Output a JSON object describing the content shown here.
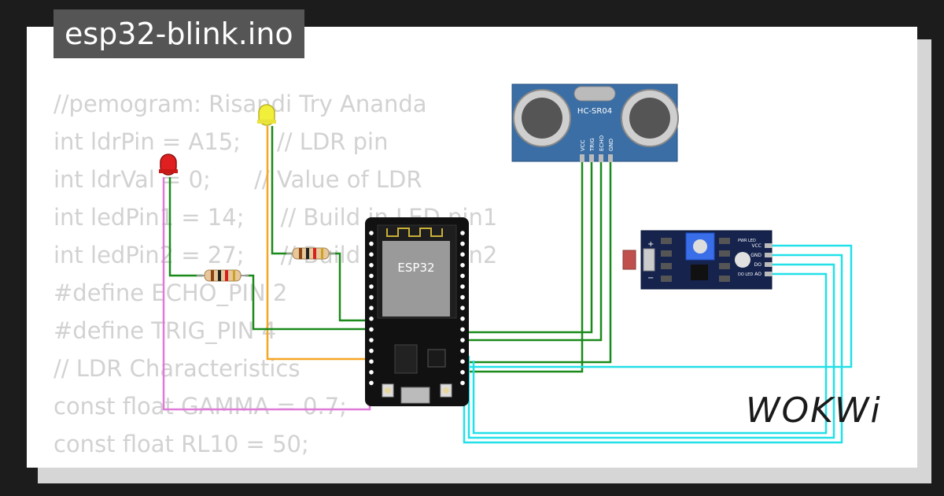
{
  "header": {
    "filename": "esp32-blink.ino"
  },
  "code_lines": [
    "//pemogram: Risandi Try Ananda",
    "int ldrPin = A15;     // LDR pin",
    "int ldrVal = 0;      // Value of LDR",
    "int ledPin1 = 14;     // Build in LED pin1",
    "int ledPin2 = 27;     // Build in LED pin2",
    "#define ECHO_PIN 2",
    "#define TRIG_PIN 4",
    "// LDR Characteristics",
    "const float GAMMA = 0.7;",
    "const float RL10 = 50;"
  ],
  "components": {
    "esp32": {
      "label": "ESP32"
    },
    "ultrasonic": {
      "label": "HC-SR04",
      "pins": [
        "VCC",
        "TRIG",
        "ECHO",
        "GND"
      ]
    },
    "ldr_module": {
      "pins": [
        "VCC",
        "GND",
        "DO",
        "AO"
      ],
      "led_labels": [
        "PWR LED",
        "DO LED"
      ]
    }
  },
  "brand": {
    "logo_text": "WOKWi"
  },
  "colors": {
    "wire_green": "#1a8a1a",
    "wire_cyan": "#22e0e8",
    "wire_orange": "#f5a623",
    "wire_pink": "#e07ad8",
    "board_blue": "#2d5a8c",
    "led_red": "#e02020",
    "led_yellow": "#f2ef3a"
  }
}
